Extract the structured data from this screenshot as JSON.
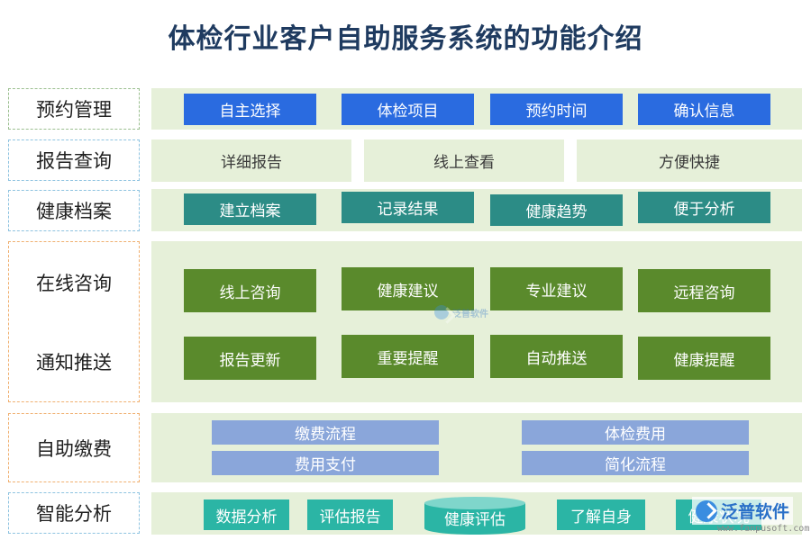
{
  "title": "体检行业客户自助服务系统的功能介绍",
  "rows": {
    "appointment": {
      "label": "预约管理",
      "items": [
        "自主选择",
        "体检项目",
        "预约时间",
        "确认信息"
      ]
    },
    "report": {
      "label": "报告查询",
      "items": [
        "详细报告",
        "线上查看",
        "方便快捷"
      ]
    },
    "archive": {
      "label": "健康档案",
      "items": [
        "建立档案",
        "记录结果",
        "健康趋势",
        "便于分析"
      ]
    },
    "consult": {
      "label": "在线咨询",
      "items": [
        "线上咨询",
        "健康建议",
        "专业建议",
        "远程咨询"
      ]
    },
    "notify": {
      "label": "通知推送",
      "items": [
        "报告更新",
        "重要提醒",
        "自动推送",
        "健康提醒"
      ]
    },
    "payment": {
      "label": "自助缴费",
      "items": [
        "缴费流程",
        "体检费用",
        "费用支付",
        "简化流程"
      ]
    },
    "analysis": {
      "label": "智能分析",
      "items": [
        "数据分析",
        "评估报告",
        "健康评估",
        "了解自身",
        "健康状况"
      ]
    }
  },
  "watermark": {
    "center_text": "泛普软件",
    "corner_text": "泛普软件",
    "corner_url": "www.fanpusoft.com"
  },
  "colors": {
    "title": "#1f3b60",
    "band": "#e6f0d9",
    "blue": "#2a6be0",
    "teal": "#2c8c86",
    "green": "#5a8a2c",
    "lavender": "#8aa6da",
    "mint": "#2bb5a5"
  }
}
